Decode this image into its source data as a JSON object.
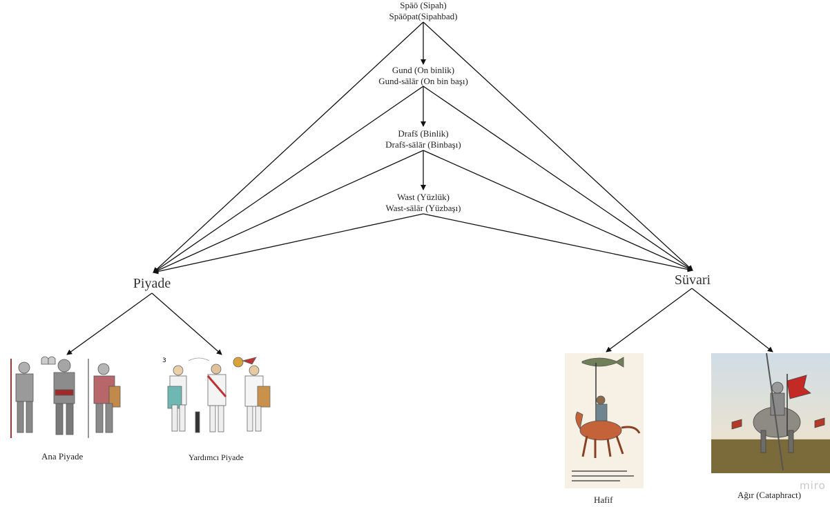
{
  "top": {
    "line1": "Spāō  (Sipah)",
    "line2": "Spāōpat(Sipahbad)"
  },
  "gund": {
    "line1": "Gund (On binlik)",
    "line2": "Gund-sālār (On bin başı)"
  },
  "drafs": {
    "line1": "Drafš (Binlik)",
    "line2": "Drafš-sālār (Binbaşı)"
  },
  "wast": {
    "line1": "Wast (Yüzlük)",
    "line2": "Wast-sālār (Yüzbaşı)"
  },
  "piyade": {
    "label": "Piyade"
  },
  "suvari": {
    "label": "Süvari"
  },
  "captions": {
    "ana_piyade": "Ana Piyade",
    "yardimci_piyade": "Yardımcı Piyade",
    "hafif": "Hafif",
    "agir": "Ağır (Cataphract)"
  },
  "watermark": "miro",
  "colors": {
    "line": "#111111",
    "text": "#222222"
  }
}
